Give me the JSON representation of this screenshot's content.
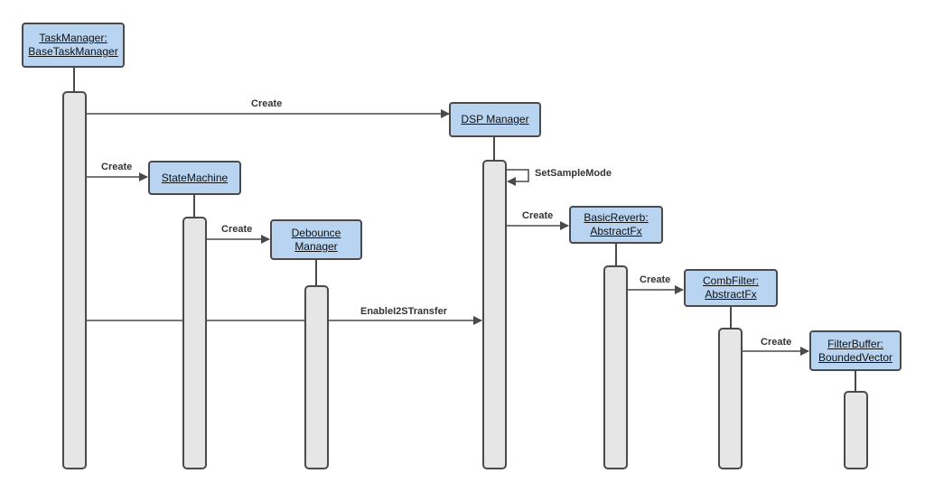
{
  "objects": [
    {
      "id": "taskmanager",
      "lines": [
        "TaskManager:",
        "BaseTaskManager"
      ]
    },
    {
      "id": "dsp-manager",
      "lines": [
        "DSP Manager"
      ]
    },
    {
      "id": "statemachine",
      "lines": [
        "StateMachine"
      ]
    },
    {
      "id": "debounce-manager",
      "lines": [
        "Debounce",
        "Manager"
      ]
    },
    {
      "id": "basicreverb",
      "lines": [
        "BasicReverb:",
        "AbstractFx"
      ]
    },
    {
      "id": "combfilter",
      "lines": [
        "CombFilter:",
        "AbstractFx"
      ]
    },
    {
      "id": "filterbuffer",
      "lines": [
        "FilterBuffer:",
        "BoundedVector"
      ]
    }
  ],
  "messages": [
    {
      "id": "create-dsp",
      "label": "Create",
      "from": "taskmanager",
      "to": "dsp-manager"
    },
    {
      "id": "create-statemachine",
      "label": "Create",
      "from": "taskmanager",
      "to": "statemachine"
    },
    {
      "id": "create-debounce",
      "label": "Create",
      "from": "statemachine",
      "to": "debounce-manager"
    },
    {
      "id": "set-sample-mode",
      "label": "SetSampleMode",
      "from": "dsp-manager",
      "to": "dsp-manager"
    },
    {
      "id": "create-basicreverb",
      "label": "Create",
      "from": "dsp-manager",
      "to": "basicreverb"
    },
    {
      "id": "create-combfilter",
      "label": "Create",
      "from": "basicreverb",
      "to": "combfilter"
    },
    {
      "id": "enable-i2s",
      "label": "EnableI2STransfer",
      "from": "taskmanager",
      "to": "dsp-manager"
    },
    {
      "id": "create-filterbuffer",
      "label": "Create",
      "from": "combfilter",
      "to": "filterbuffer"
    }
  ]
}
